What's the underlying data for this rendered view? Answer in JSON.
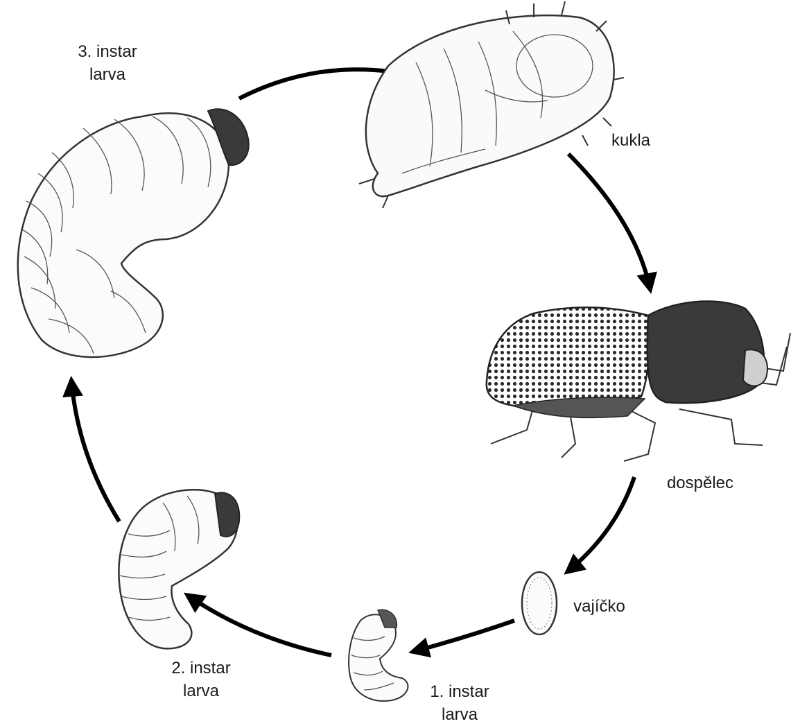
{
  "stages": {
    "larva3": {
      "line1": "3. instar",
      "line2": "larva"
    },
    "pupa": {
      "label": "kukla"
    },
    "adult": {
      "label": "dospělec"
    },
    "egg": {
      "label": "vajíčko"
    },
    "larva1": {
      "line1": "1. instar",
      "line2": "larva"
    },
    "larva2": {
      "line1": "2. instar",
      "line2": "larva"
    }
  },
  "colors": {
    "arrow": "#000000",
    "ink": "#333333",
    "beetle": "#3a3a3a"
  }
}
